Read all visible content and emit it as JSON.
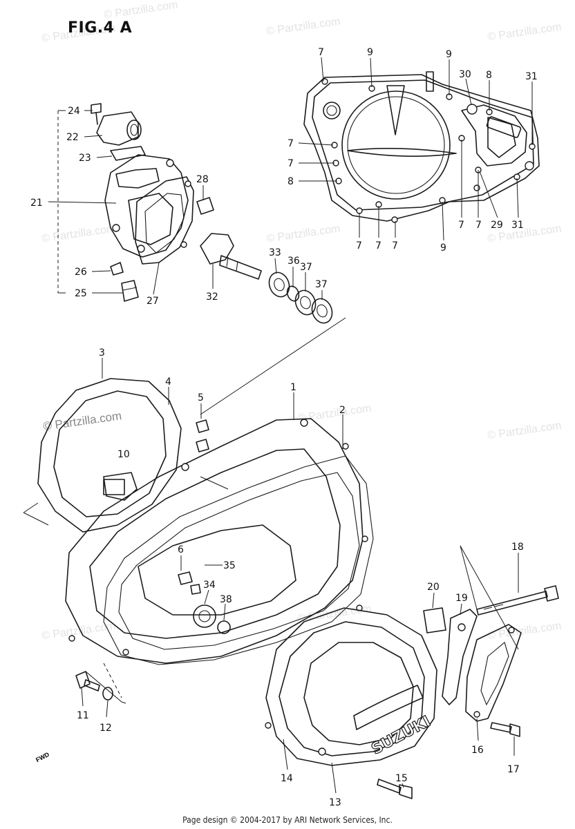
{
  "figure_title": "FIG.4 A",
  "footer": "Page design © 2004-2017 by ARI Network Services, Inc.",
  "watermark": "© Partzilla.com",
  "brand_text": "SUZUKI",
  "forward_mark": "FWD",
  "callouts": [
    {
      "id": "c-7a",
      "label": "7"
    },
    {
      "id": "c-9a",
      "label": "9"
    },
    {
      "id": "c-9b",
      "label": "9"
    },
    {
      "id": "c-30",
      "label": "30"
    },
    {
      "id": "c-8a",
      "label": "8"
    },
    {
      "id": "c-31a",
      "label": "31"
    },
    {
      "id": "c-7b",
      "label": "7"
    },
    {
      "id": "c-7c",
      "label": "7"
    },
    {
      "id": "c-8b",
      "label": "8"
    },
    {
      "id": "c-7d",
      "label": "7"
    },
    {
      "id": "c-7e",
      "label": "7"
    },
    {
      "id": "c-7f",
      "label": "7"
    },
    {
      "id": "c-9c",
      "label": "9"
    },
    {
      "id": "c-7g",
      "label": "7"
    },
    {
      "id": "c-7h",
      "label": "7"
    },
    {
      "id": "c-29",
      "label": "29"
    },
    {
      "id": "c-31b",
      "label": "31"
    },
    {
      "id": "c-24",
      "label": "24"
    },
    {
      "id": "c-22",
      "label": "22"
    },
    {
      "id": "c-23",
      "label": "23"
    },
    {
      "id": "c-21",
      "label": "21"
    },
    {
      "id": "c-28",
      "label": "28"
    },
    {
      "id": "c-26",
      "label": "26"
    },
    {
      "id": "c-25",
      "label": "25"
    },
    {
      "id": "c-27",
      "label": "27"
    },
    {
      "id": "c-32",
      "label": "32"
    },
    {
      "id": "c-33",
      "label": "33"
    },
    {
      "id": "c-36",
      "label": "36"
    },
    {
      "id": "c-37a",
      "label": "37"
    },
    {
      "id": "c-37b",
      "label": "37"
    },
    {
      "id": "c-3",
      "label": "3"
    },
    {
      "id": "c-4",
      "label": "4"
    },
    {
      "id": "c-5",
      "label": "5"
    },
    {
      "id": "c-1",
      "label": "1"
    },
    {
      "id": "c-2",
      "label": "2"
    },
    {
      "id": "c-10",
      "label": "10"
    },
    {
      "id": "c-6",
      "label": "6"
    },
    {
      "id": "c-35",
      "label": "35"
    },
    {
      "id": "c-34",
      "label": "34"
    },
    {
      "id": "c-38",
      "label": "38"
    },
    {
      "id": "c-18",
      "label": "18"
    },
    {
      "id": "c-20",
      "label": "20"
    },
    {
      "id": "c-19",
      "label": "19"
    },
    {
      "id": "c-11",
      "label": "11"
    },
    {
      "id": "c-12",
      "label": "12"
    },
    {
      "id": "c-16",
      "label": "16"
    },
    {
      "id": "c-17",
      "label": "17"
    },
    {
      "id": "c-14",
      "label": "14"
    },
    {
      "id": "c-15",
      "label": "15"
    },
    {
      "id": "c-13",
      "label": "13"
    }
  ]
}
